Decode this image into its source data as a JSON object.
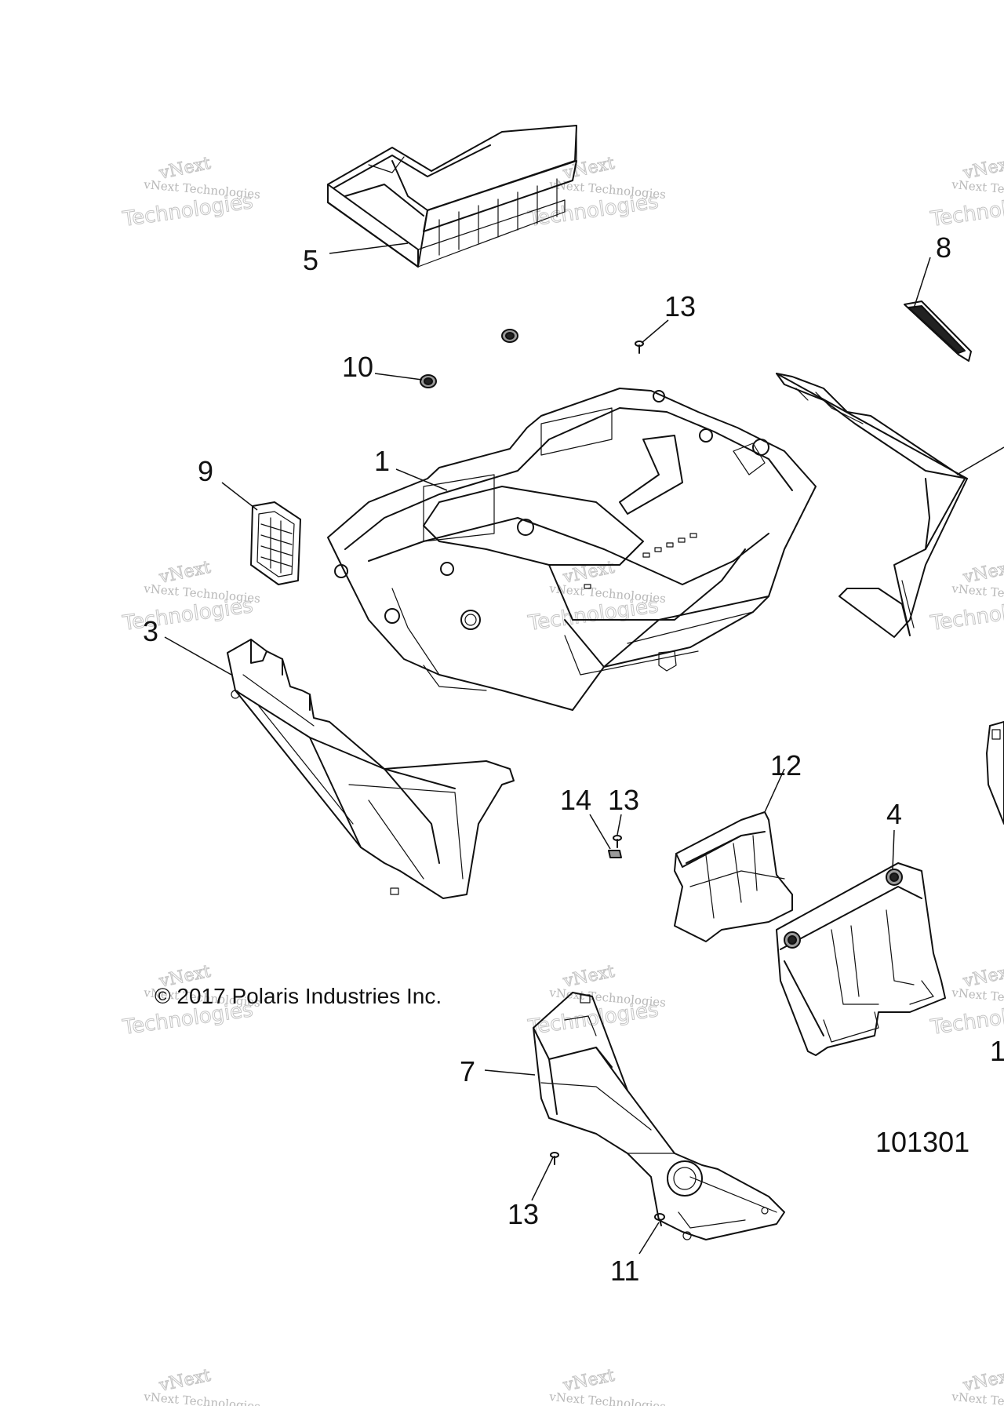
{
  "watermark": {
    "logo_text": "vNext",
    "line1": "vNext Technologies",
    "line2": "Technologies"
  },
  "copyright": "© 2017 Polaris Industries Inc.",
  "figure_number": "101301",
  "callouts": {
    "c1": "1",
    "c3": "3",
    "c4": "4",
    "c5": "5",
    "c7": "7",
    "c8": "8",
    "c9": "9",
    "c10": "10",
    "c11": "11",
    "c12": "12",
    "c13a": "13",
    "c13b": "13",
    "c13c": "13",
    "c14": "14",
    "c_edge": "1"
  }
}
